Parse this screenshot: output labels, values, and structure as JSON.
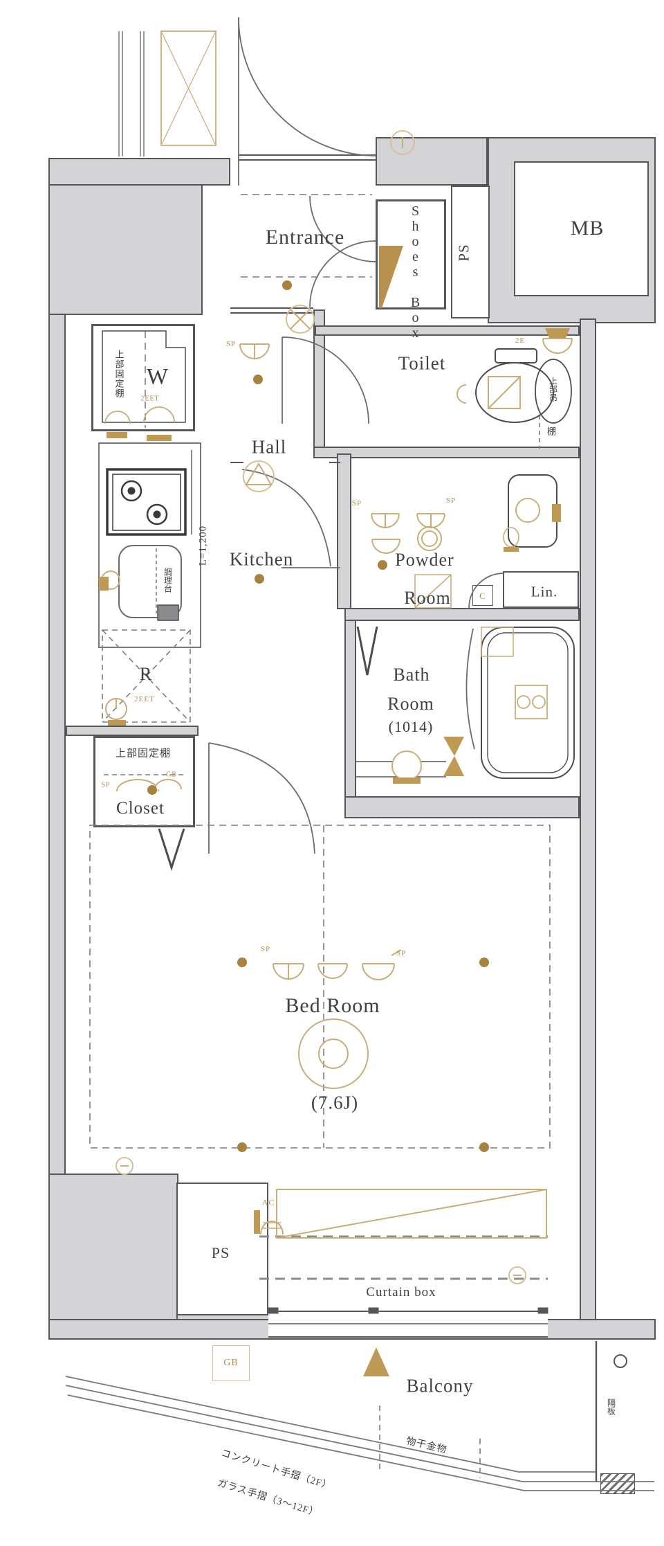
{
  "title": "apartment-floor-plan",
  "rooms": {
    "entrance": "Entrance",
    "shoes_box": "Shoes Box",
    "ps_upper": "PS",
    "mb": "MB",
    "toilet": "Toilet",
    "washer": "W",
    "hall": "Hall",
    "kitchen": "Kitchen",
    "powder_line1": "Powder",
    "powder_line2": "Room",
    "linen": "Lin.",
    "bath_line1": "Bath",
    "bath_line2": "Room",
    "bath_size": "(1014)",
    "fridge": "R",
    "closet": "Closet",
    "bedroom": "Bed Room",
    "bedroom_size": "(7.6J)",
    "ps_lower": "PS",
    "curtain_box": "Curtain box",
    "balcony": "Balcony"
  },
  "annotations": {
    "upper_fixed_shelf": "上部固定棚",
    "upper_hanging_shelf": "上部吊",
    "shelf": "棚",
    "counter_length": "L=1,200",
    "sink_counter": "調理台",
    "laundry_hardware": "物干金物",
    "concrete_handrail": "コンクリート手摺（2F）",
    "glass_handrail": "ガラス手摺（3～12F）",
    "partition": "隔板"
  },
  "equipment": {
    "sprinkler": "SP",
    "outlet_2e": "2E",
    "outlet_2eet": "2EET",
    "air_conditioner": "AC",
    "gas_box": "GB",
    "c_mark": "C"
  },
  "colors": {
    "accent_tan": "#bf9a55",
    "wall_fill": "#d4d4d6",
    "wall_line": "#55565a",
    "line_gray": "#707176",
    "text": "#3f4043"
  }
}
